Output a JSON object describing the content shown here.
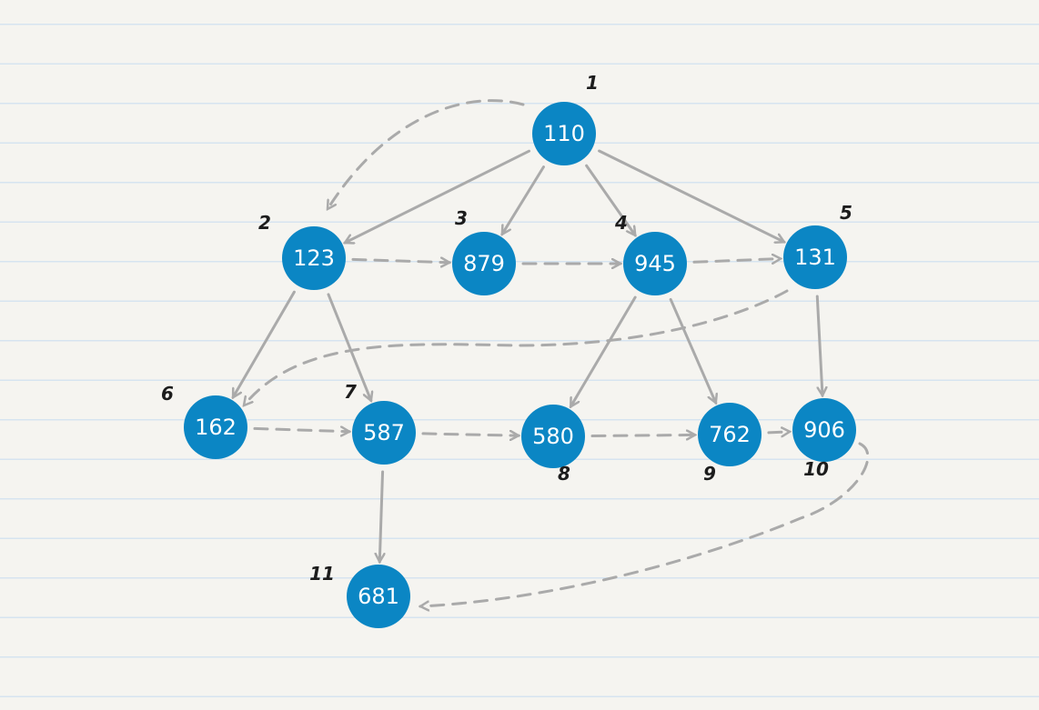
{
  "diagram": {
    "type": "graph",
    "colors": {
      "node": "#0b86c4",
      "edge": "#aaaaaa",
      "index_label": "#1c1c1c"
    },
    "nodes": [
      {
        "id": "n1",
        "value": "110",
        "index": "1"
      },
      {
        "id": "n2",
        "value": "123",
        "index": "2"
      },
      {
        "id": "n3",
        "value": "879",
        "index": "3"
      },
      {
        "id": "n4",
        "value": "945",
        "index": "4"
      },
      {
        "id": "n5",
        "value": "131",
        "index": "5"
      },
      {
        "id": "n6",
        "value": "162",
        "index": "6"
      },
      {
        "id": "n7",
        "value": "587",
        "index": "7"
      },
      {
        "id": "n8",
        "value": "580",
        "index": "8"
      },
      {
        "id": "n9",
        "value": "762",
        "index": "9"
      },
      {
        "id": "n10",
        "value": "906",
        "index": "10"
      },
      {
        "id": "n11",
        "value": "681",
        "index": "11"
      }
    ],
    "edges": [
      {
        "from": "n1",
        "to": "n2",
        "style": "solid"
      },
      {
        "from": "n1",
        "to": "n3",
        "style": "solid"
      },
      {
        "from": "n1",
        "to": "n4",
        "style": "solid"
      },
      {
        "from": "n1",
        "to": "n5",
        "style": "solid"
      },
      {
        "from": "n2",
        "to": "n6",
        "style": "solid"
      },
      {
        "from": "n2",
        "to": "n7",
        "style": "solid"
      },
      {
        "from": "n4",
        "to": "n8",
        "style": "solid"
      },
      {
        "from": "n4",
        "to": "n9",
        "style": "solid"
      },
      {
        "from": "n5",
        "to": "n10",
        "style": "solid"
      },
      {
        "from": "n7",
        "to": "n11",
        "style": "solid"
      },
      {
        "from": "n1",
        "to": "n2",
        "style": "dashed"
      },
      {
        "from": "n2",
        "to": "n3",
        "style": "dashed"
      },
      {
        "from": "n3",
        "to": "n4",
        "style": "dashed"
      },
      {
        "from": "n4",
        "to": "n5",
        "style": "dashed"
      },
      {
        "from": "n5",
        "to": "n6",
        "style": "dashed"
      },
      {
        "from": "n6",
        "to": "n7",
        "style": "dashed"
      },
      {
        "from": "n7",
        "to": "n8",
        "style": "dashed"
      },
      {
        "from": "n8",
        "to": "n9",
        "style": "dashed"
      },
      {
        "from": "n9",
        "to": "n10",
        "style": "dashed"
      },
      {
        "from": "n10",
        "to": "n11",
        "style": "dashed"
      }
    ]
  }
}
